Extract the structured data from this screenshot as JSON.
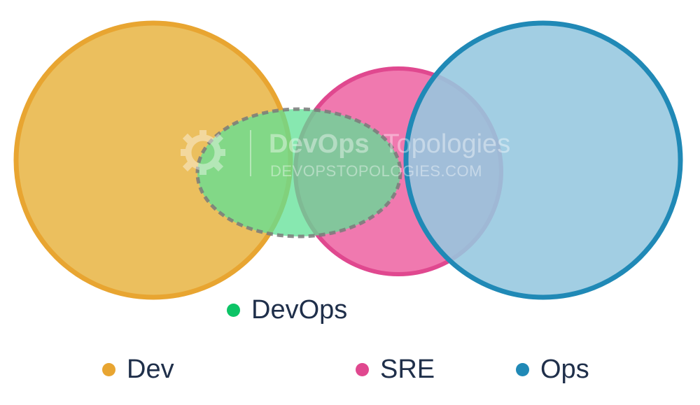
{
  "watermark": {
    "brand_bold": "DevOps",
    "brand_light": "Topologies",
    "url": "DEVOPSTOPOLOGIES.COM",
    "logo_icon": "gear-icon"
  },
  "circles": {
    "dev": {
      "label": "Dev",
      "fill": "#ebbf5e",
      "stroke": "#e8a531"
    },
    "sre": {
      "label": "SRE",
      "fill": "#ef72ab",
      "stroke": "#e0488f"
    },
    "ops": {
      "label": "Ops",
      "fill": "#95c7df",
      "stroke": "#2089b6"
    },
    "devops": {
      "label": "DevOps",
      "fill": "#5fe096",
      "stroke": "#7a7a7a",
      "style": "dashed"
    }
  },
  "legend": {
    "devops": {
      "label": "DevOps",
      "color": "#0cc466"
    },
    "dev": {
      "label": "Dev",
      "color": "#e8a531"
    },
    "sre": {
      "label": "SRE",
      "color": "#e0488f"
    },
    "ops": {
      "label": "Ops",
      "color": "#2089b6"
    }
  }
}
